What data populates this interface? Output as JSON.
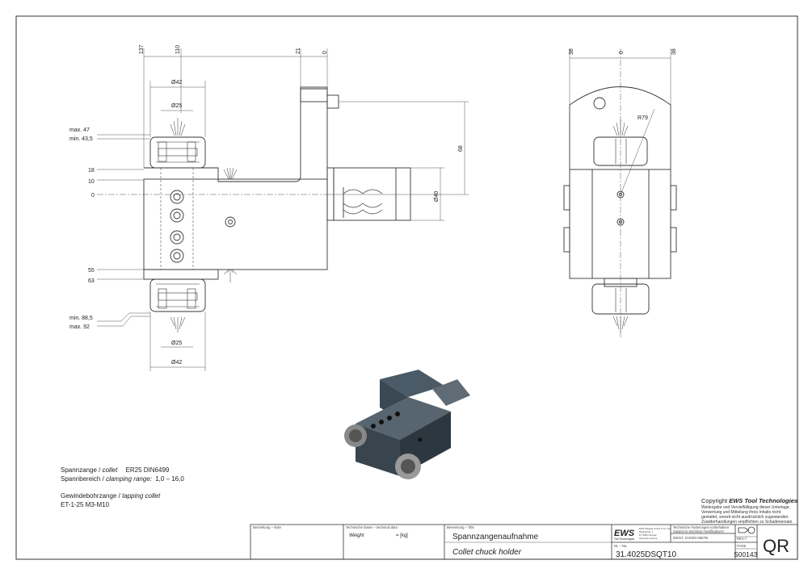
{
  "dimensions": {
    "top_137": "137",
    "top_110": "110",
    "top_21": "21",
    "top_0": "0",
    "dia_42_top": "Ø42",
    "dia_25_top": "Ø25",
    "dia_42_bottom": "Ø42",
    "dia_25_bottom": "Ø25",
    "dia_40": "Ø40",
    "height_68": "68",
    "max_47": "max. 47",
    "min_43_5": "min. 43,5",
    "v_18": "18",
    "v_10": "10",
    "v_0": "0",
    "v_55": "55",
    "v_63": "63",
    "min_88_5": "min. 88,5",
    "max_92": "max. 92",
    "side_38_left": "38",
    "side_0": "0",
    "side_38_right": "38",
    "radius_79": "R79"
  },
  "notes": {
    "collet_label_de": "Spannzange /",
    "collet_label_en": "collet",
    "collet_value": "ER25    DIN6499",
    "range_label_de": "Spannbereich /",
    "range_label_en": "clamping range:",
    "range_value": "1,0 – 16,0",
    "tapping_label_de": "Gewindebohrzange /",
    "tapping_label_en": "tapping collet",
    "tapping_value": "ET-1-25    M3-M10"
  },
  "copyright": {
    "title_prefix": "Copyright",
    "title_brand": "EWS Tool Technologies",
    "line1": "Weitergabe und Vervielfältigung dieser Unterlage,",
    "line2": "Verwertung und Mitteilung ihres Inhalts nicht",
    "line3": "gestattet, soweit nicht ausdrücklich zugestanden.",
    "line4": "Zuwiderhandlungen verpflichten zu Schadenersatz."
  },
  "title_block": {
    "remark_label": "Bemerkung – Note",
    "tech_label": "Technische Daten – technical data",
    "weight_label": "Weight",
    "weight_value": "=  [kg]",
    "name_label": "Benennung – Title",
    "title_de": "Spannzangenaufnahme",
    "title_en": "Collet chuck holder",
    "logo": "EWS",
    "logo_sub": "Tool Technologies",
    "company_line1": "EWS Weigele GmbH & Co. KG",
    "company_line2": "Maybachstr. 1",
    "company_line3": "D-73066 Uhingen",
    "company_line4": "www.ews-tools.de",
    "changes_de": "Technische Änderungen vorbehalten!",
    "changes_en": "Subject to technical modifications!",
    "ident_label": "IDENT.",
    "ident_value": "D-EWS-05576I",
    "rev_label": "REV.",
    "rev_value": "-/-",
    "no_label": "Nr. – No.",
    "article_no": "31.4025DSQT10",
    "page_label": "PAGE",
    "page_no": "S00143",
    "qr_label": "QR"
  }
}
